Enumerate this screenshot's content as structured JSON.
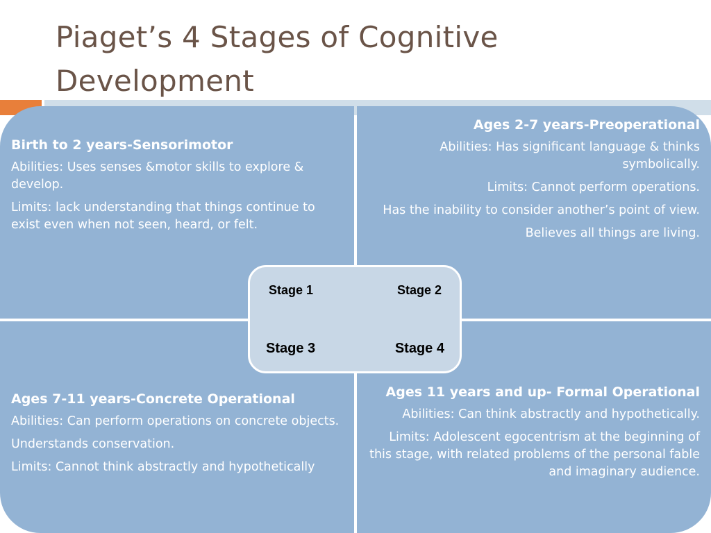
{
  "slide": {
    "title": "Piaget’s 4 Stages of Cognitive Development"
  },
  "quadrants": [
    {
      "heading": "Birth to 2 years-Sensorimotor",
      "lines": [
        "Abilities: Uses senses &motor skills to explore & develop.",
        "Limits: lack understanding that things continue to exist even when not seen, heard, or felt."
      ]
    },
    {
      "heading": "Ages 2-7 years-Preoperational",
      "lines": [
        "Abilities: Has significant language & thinks symbolically.",
        "Limits: Cannot perform operations.",
        "Has the inability to consider another’s point of view.",
        "Believes all things are living."
      ]
    },
    {
      "heading": "Ages 7-11 years-Concrete Operational",
      "lines": [
        "Abilities: Can perform operations on concrete objects.",
        "Understands  conservation.",
        "Limits: Cannot think abstractly and hypothetically"
      ]
    },
    {
      "heading": "Ages 11 years and up- Formal Operational",
      "lines": [
        "Abilities: Can think abstractly and hypothetically.",
        "Limits: Adolescent egocentrism at the beginning of this stage, with related problems of the personal fable and imaginary audience."
      ]
    }
  ],
  "center": {
    "labels": [
      "Stage 1",
      "Stage 2",
      "Stage 3",
      "Stage 4"
    ]
  },
  "colors": {
    "title": "#6a5448",
    "quadrant_fill": "#93b3d4",
    "center_fill": "#c8d7e6",
    "accent_orange": "#e87f3a",
    "accent_blue": "#d0dee9"
  }
}
